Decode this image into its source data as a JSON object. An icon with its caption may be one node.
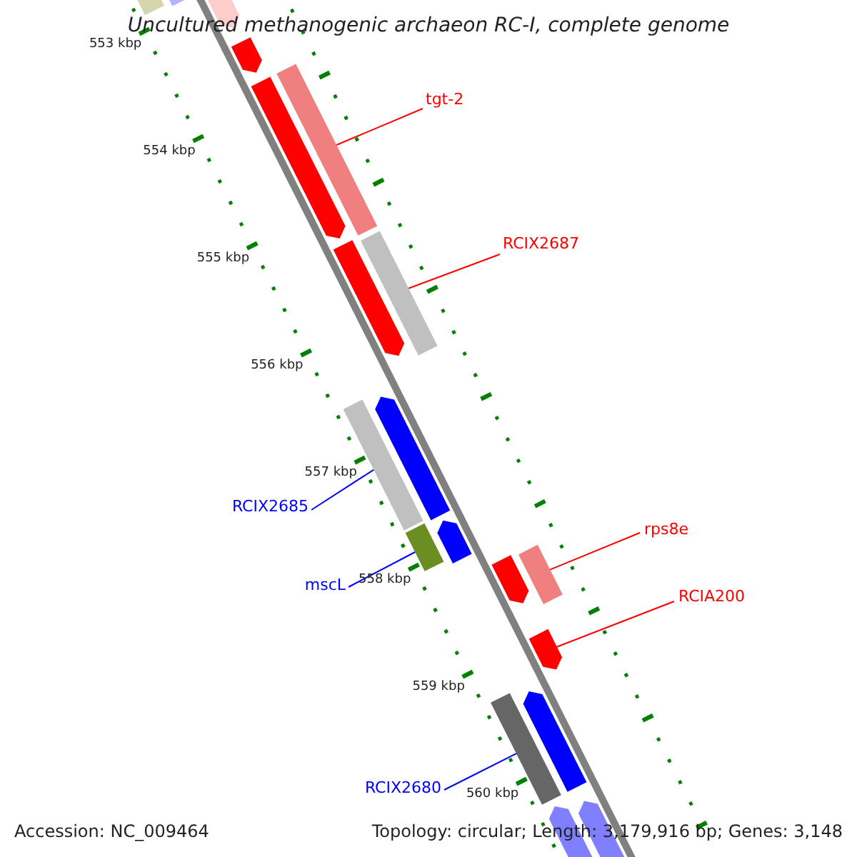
{
  "diagram": {
    "title": "Uncultured methanogenic archaeon RC-I, complete genome",
    "nodes": [
      {
        "text": [
          "tgt-2"
        ]
      },
      {
        "text": [
          "RCIX2687"
        ]
      },
      {
        "text": [
          "RCIX2685"
        ]
      },
      {
        "text": [
          "rps8e"
        ]
      },
      {
        "text": [
          "mscL"
        ]
      },
      {
        "text": [
          "RCIA200"
        ]
      },
      {
        "text": [
          "RCIX2680"
        ]
      },
      {
        "text": [],
        "shape": "pentagon"
      },
      {
        "text": [],
        "shape": "pentagon"
      },
      {
        "text": [],
        "shape": "pentagon"
      },
      {
        "text": [],
        "shape": "pentagon"
      },
      {
        "text": [],
        "shape": "pentagon"
      },
      {
        "text": [],
        "shape": "bar"
      },
      {
        "text": [],
        "shape": "pentagon"
      },
      {
        "text": [],
        "shape": "bar"
      },
      {
        "text": [],
        "shape": "pentagon"
      },
      {
        "text": [],
        "shape": "bar"
      },
      {
        "text": [],
        "shape": "pentagon"
      },
      {
        "text": [],
        "shape": "bar"
      },
      {
        "text": [],
        "shape": "pentagon"
      },
      {
        "text": [],
        "shape": "bar"
      },
      {
        "text": [],
        "shape": "pentagon"
      },
      {
        "text": [],
        "shape": "pentagon"
      },
      {
        "text": [],
        "shape": "bar"
      },
      {
        "text": [],
        "shape": "pentagon"
      },
      {
        "text": [],
        "shape": "pentagon"
      }
    ],
    "edges": [
      {
        "from": 0,
        "to": 12,
        "arrow": "none"
      },
      {
        "from": 1,
        "to": 14,
        "arrow": "none"
      },
      {
        "from": 2,
        "to": 16,
        "arrow": "none",
        "color": "#0000ff"
      },
      {
        "from": 3,
        "to": 20,
        "arrow": "none"
      },
      {
        "from": 4,
        "to": 18,
        "arrow": "none",
        "color": "#0000ff"
      },
      {
        "from": 5,
        "to": 21,
        "arrow": "none"
      },
      {
        "from": 6,
        "to": 23,
        "arrow": "none",
        "color": "#0000ff"
      }
    ],
    "labels": [
      "553 kbp",
      "554 kbp",
      "555 kbp",
      "556 kbp",
      "557 kbp",
      "558 kbp",
      "559 kbp",
      "560 kbp",
      "Accession: NC_009464",
      "Topology: circular; Length: 3,179,916 bp; Genes: 3,148"
    ]
  }
}
